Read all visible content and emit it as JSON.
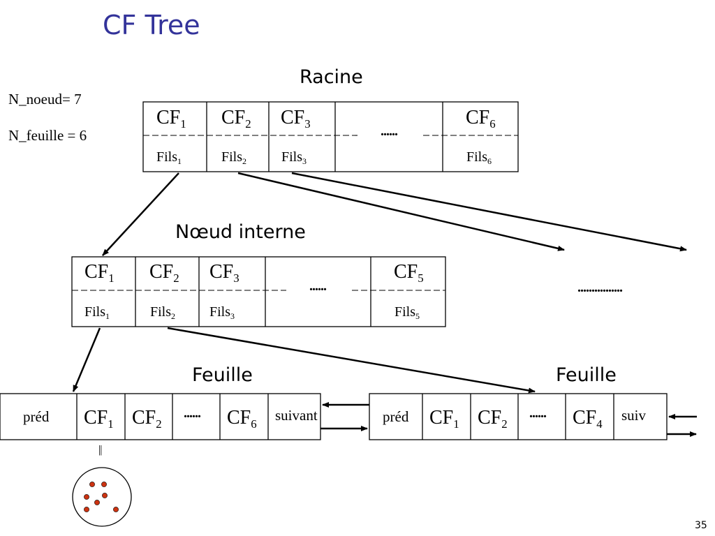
{
  "slide": {
    "title": "CF Tree",
    "page_number": "35"
  },
  "params": {
    "n_noeud": "N_noeud= 7",
    "n_feuille": "N_feuille = 6"
  },
  "root": {
    "label": "Racine",
    "entries": [
      {
        "cf": "CF",
        "cf_sub": "1",
        "fils": "Fils",
        "fils_sub": "1"
      },
      {
        "cf": "CF",
        "cf_sub": "2",
        "fils": "Fils",
        "fils_sub": "2"
      },
      {
        "cf": "CF",
        "cf_sub": "3",
        "fils": "Fils",
        "fils_sub": "3"
      },
      {
        "cf": "CF",
        "cf_sub": "6",
        "fils": "Fils",
        "fils_sub": "6"
      }
    ],
    "ellipsis": "......"
  },
  "internal": {
    "label": "Nœud interne",
    "entries": [
      {
        "cf": "CF",
        "cf_sub": "1",
        "fils": "Fils",
        "fils_sub": "1"
      },
      {
        "cf": "CF",
        "cf_sub": "2",
        "fils": "Fils",
        "fils_sub": "2"
      },
      {
        "cf": "CF",
        "cf_sub": "3",
        "fils": "Fils",
        "fils_sub": "3"
      },
      {
        "cf": "CF",
        "cf_sub": "5",
        "fils": "Fils",
        "fils_sub": "5"
      }
    ],
    "ellipsis": "......",
    "more": "................"
  },
  "leaf1": {
    "label": "Feuille",
    "prev": "préd",
    "entries": [
      {
        "cf": "CF",
        "cf_sub": "1"
      },
      {
        "cf": "CF",
        "cf_sub": "2"
      },
      {
        "cf": "CF",
        "cf_sub": "6"
      }
    ],
    "ellipsis": "......",
    "next": "suivant"
  },
  "leaf2": {
    "label": "Feuille",
    "prev": "préd",
    "entries": [
      {
        "cf": "CF",
        "cf_sub": "1"
      },
      {
        "cf": "CF",
        "cf_sub": "2"
      },
      {
        "cf": "CF",
        "cf_sub": "4"
      }
    ],
    "ellipsis": "......",
    "next": "suiv"
  },
  "equiv_symbol": "||",
  "colors": {
    "title": "#33339a",
    "cluster_point": "#cc3311"
  }
}
